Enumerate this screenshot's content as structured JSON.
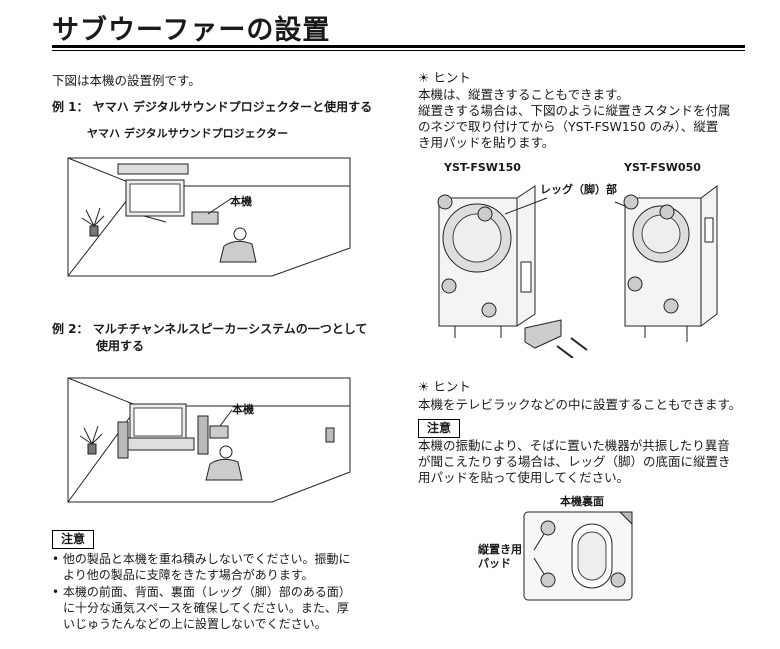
{
  "title": "サブウーファーの設置",
  "left": {
    "intro": "下図は本機の設置例です。",
    "example1": {
      "label": "例 1： ヤマハ デジタルサウンドプロジェクターと使用する",
      "callout_projector": "ヤマハ デジタルサウンドプロジェクター",
      "callout_unit": "本機"
    },
    "example2": {
      "label_line1": "例 2： マルチチャンネルスピーカーシステムの一つとして",
      "label_line2": "使用する",
      "callout_unit": "本機"
    },
    "caution": {
      "heading": "注意",
      "items": [
        "他の製品と本機を重ね積みしないでください。振動に",
        "より他の製品に支障をきたす場合があります。",
        "本機の前面、背面、裏面（レッグ（脚）部のある面）",
        "に十分な通気スペースを確保してください。また、厚",
        "いじゅうたんなどの上に設置しないでください。"
      ]
    }
  },
  "right": {
    "hint1": {
      "heading": "ヒント",
      "lines": [
        "本機は、縦置きすることもできます。",
        "縦置きする場合は、下図のように縦置きスタンドを付属",
        "のネジで取り付けてから（YST-FSW150 のみ）、縦置",
        "き用パッドを貼ります。"
      ]
    },
    "model_a": "YST-FSW150",
    "model_b": "YST-FSW050",
    "callout_leg": "レッグ（脚）部",
    "hint2": {
      "heading": "ヒント",
      "text": "本機をテレビラックなどの中に設置することもできます。"
    },
    "caution": {
      "heading": "注意",
      "lines": [
        "本機の振動により、そばに置いた機器が共振したり異音",
        "が聞こえたりする場合は、レッグ（脚）の底面に縦置き",
        "用パッドを貼って使用してください。"
      ]
    },
    "bottom_label": "本機裏面",
    "pad_label_line1": "縦置き用",
    "pad_label_line2": "パッド"
  },
  "icons": [
    "hint-icon"
  ]
}
